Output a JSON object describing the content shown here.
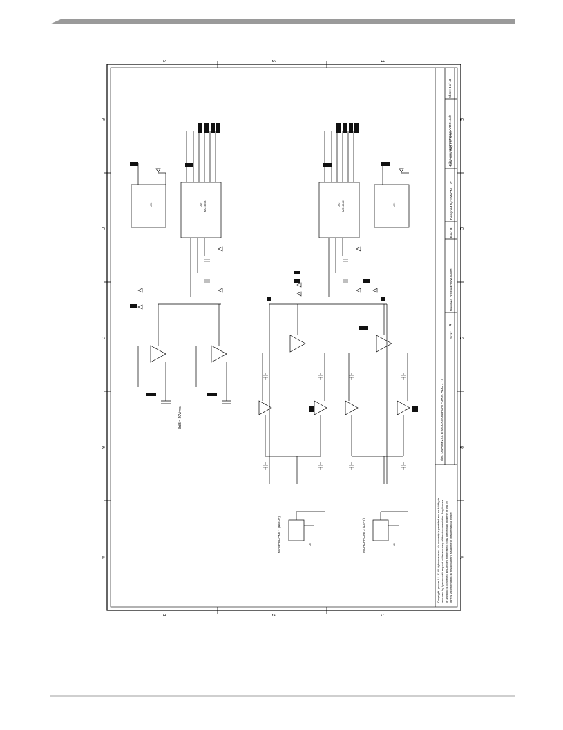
{
  "title_block": {
    "filename": "Filename:  DSP56F2XXVM801.sch",
    "sheet": "Sheet:   4   of   13",
    "date": "Date:  Mon Sep 16, 2002",
    "designed_by": "Designed by:   LYNCM LLC",
    "rev": "Rev:   B1",
    "number": "Number:   DSP56F2XXVM801",
    "size": "Size:",
    "size_value": "B",
    "title": "Title:   DSP56F2XX EVALUATION PLATFORM, ADC 1 - 2",
    "copyright": [
      "Copyright Lyncom L.L.C. All rights reserved. No warranty is provided and no liability is",
      "assumed by Lyncom with respect to the accuracy of this documentation. Any license",
      "of any kind is conveyed by Lyncom with respect to its intellectual property or that of",
      "others. All information in this document is subject to change without notice."
    ]
  },
  "zones": {
    "rows": [
      "3",
      "2",
      "1"
    ],
    "cols": [
      "A",
      "B",
      "C",
      "D",
      "E"
    ]
  },
  "labels": {
    "mic1": "MICROPHONE 1 (RIGHT)",
    "mic2": "MICROPHONE 2 (LEFT)",
    "mic1_ref": "J5",
    "mic2_ref": "J6",
    "note": "8dB = 20Vrms",
    "u20": "U20",
    "u21": "U21",
    "u19": "U19",
    "u22": "U22",
    "u19_part": "MC145481",
    "u22_part": "MC145481"
  }
}
